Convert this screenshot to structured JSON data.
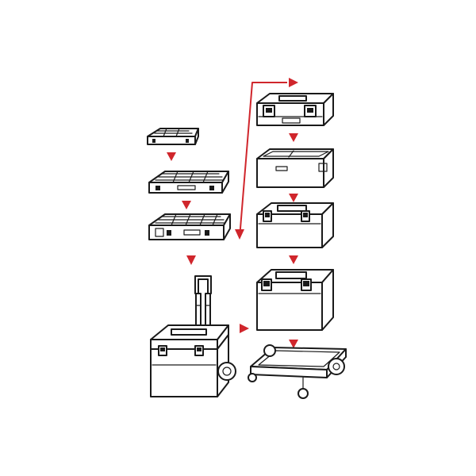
{
  "diagram": {
    "type": "modular-toolbox-stacking-system",
    "accent_color": "#d0262c",
    "line_color": "#1a1a1a",
    "left_column": [
      "small-organizer",
      "medium-organizer",
      "large-organizer",
      "trolley-toolbox"
    ],
    "right_column": [
      "toolbox-with-tray",
      "open-tray-crate",
      "toolbox-medium",
      "toolbox-tall",
      "wheeled-platform-cart"
    ],
    "arrows": [
      "down",
      "down",
      "down",
      "down",
      "down",
      "down",
      "down",
      "right",
      "routing-down"
    ]
  }
}
